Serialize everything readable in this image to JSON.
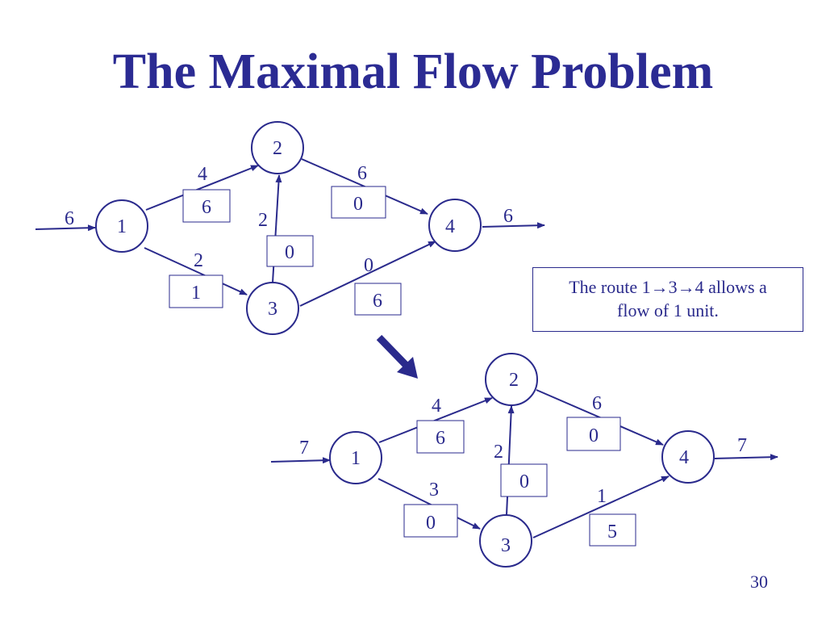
{
  "title": "The Maximal Flow Problem",
  "note": {
    "line1": "The route 1→3→4 allows a",
    "line2": "flow of 1 unit."
  },
  "page_number": "30",
  "colors": {
    "ink": "#2a2a8c"
  },
  "diagram_before": {
    "nodes": [
      "1",
      "2",
      "3",
      "4"
    ],
    "inflow": "6",
    "outflow": "6",
    "arcs": [
      {
        "from": "1",
        "to": "2",
        "flow": "4",
        "residual": "6"
      },
      {
        "from": "1",
        "to": "3",
        "flow": "2",
        "residual": "1"
      },
      {
        "from": "3",
        "to": "2",
        "flow": "2",
        "residual": "0"
      },
      {
        "from": "2",
        "to": "4",
        "flow": "6",
        "residual": "0"
      },
      {
        "from": "3",
        "to": "4",
        "flow": "0",
        "residual": "6"
      }
    ]
  },
  "diagram_after": {
    "nodes": [
      "1",
      "2",
      "3",
      "4"
    ],
    "inflow": "7",
    "outflow": "7",
    "arcs": [
      {
        "from": "1",
        "to": "2",
        "flow": "4",
        "residual": "6"
      },
      {
        "from": "1",
        "to": "3",
        "flow": "3",
        "residual": "0"
      },
      {
        "from": "3",
        "to": "2",
        "flow": "2",
        "residual": "0"
      },
      {
        "from": "2",
        "to": "4",
        "flow": "6",
        "residual": "0"
      },
      {
        "from": "3",
        "to": "4",
        "flow": "1",
        "residual": "5"
      }
    ]
  }
}
